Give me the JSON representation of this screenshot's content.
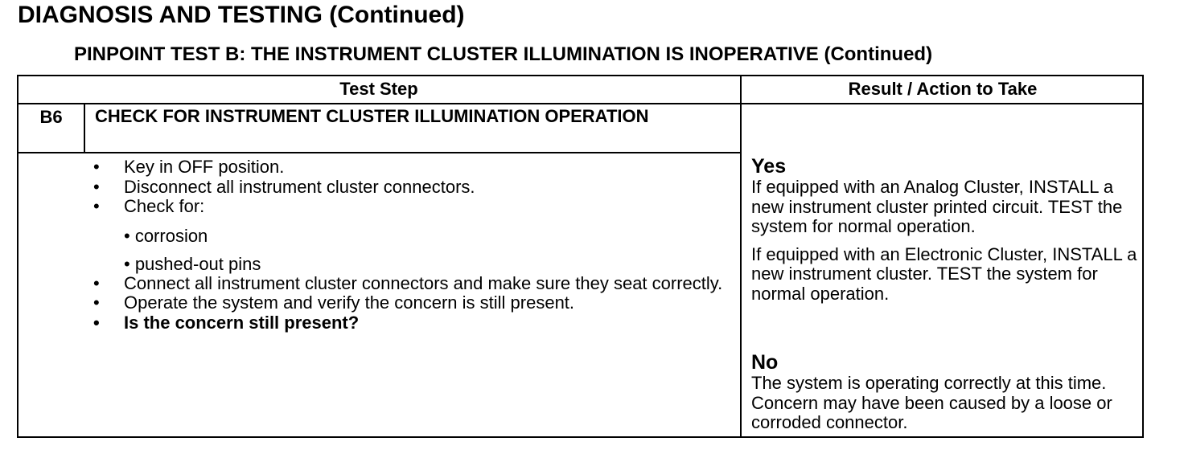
{
  "page": {
    "title": "DIAGNOSIS AND TESTING (Continued)",
    "test_title": "PINPOINT TEST  B: THE INSTRUMENT CLUSTER ILLUMINATION IS INOPERATIVE (Continued)"
  },
  "table": {
    "headers": {
      "test_step": "Test Step",
      "result_action": "Result / Action to Take"
    },
    "step": {
      "id": "B6",
      "title": "CHECK FOR INSTRUMENT CLUSTER ILLUMINATION OPERATION",
      "bullet_symbol": "•",
      "items": [
        {
          "text": "Key in OFF position.",
          "bold": false
        },
        {
          "text": "Disconnect all instrument cluster connectors.",
          "bold": false
        },
        {
          "text": "Check for:",
          "bold": false,
          "subitems": [
            "• corrosion",
            "• pushed-out pins"
          ]
        },
        {
          "text": "Connect all instrument cluster connectors and make sure they seat correctly.",
          "bold": false
        },
        {
          "text": "Operate the system and verify the concern is still present.",
          "bold": false
        },
        {
          "text": "Is the concern still present?",
          "bold": true
        }
      ]
    },
    "results": {
      "yes": {
        "label": "Yes",
        "paragraphs": [
          "If equipped with an Analog Cluster, INSTALL a new instrument cluster printed circuit. TEST the system for normal operation.",
          "If equipped with an Electronic Cluster, INSTALL a new instrument cluster. TEST the  system for normal operation."
        ]
      },
      "no": {
        "label": "No",
        "paragraphs": [
          "The system is operating correctly at this time. Concern may have been caused by a loose or corroded connector."
        ]
      }
    }
  }
}
